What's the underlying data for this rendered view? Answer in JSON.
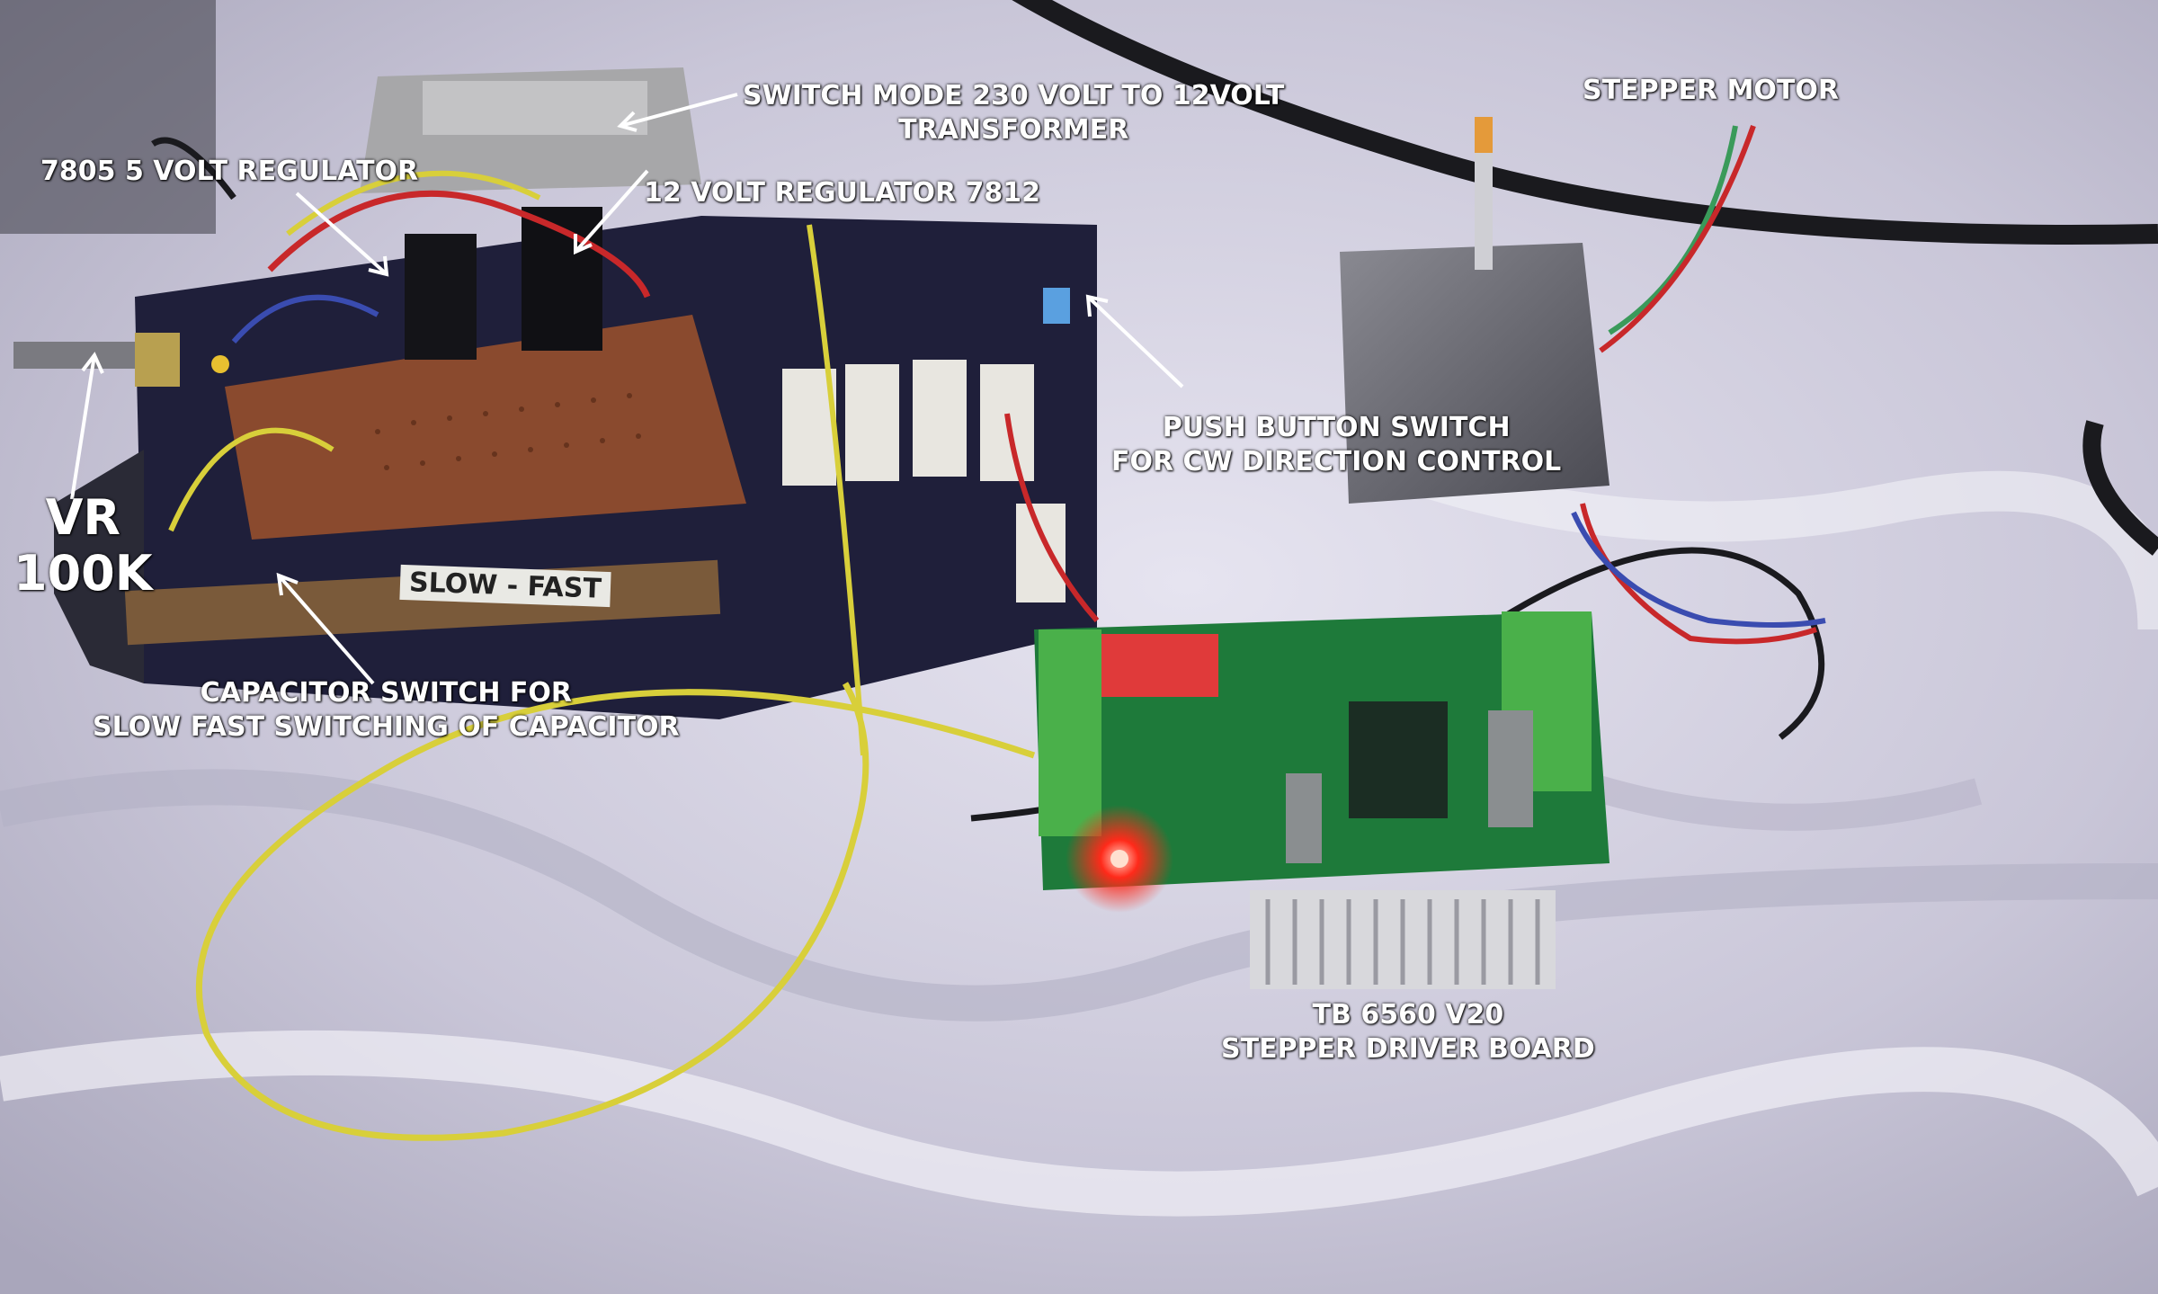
{
  "labels": {
    "switch_mode_line1": "SWITCH MODE 230 VOLT  TO 12VOLT",
    "switch_mode_line2": "TRANSFORMER",
    "regulator_7805": "7805 5 VOLT REGULATOR",
    "regulator_7812": "12 VOLT REGULATOR 7812",
    "stepper_motor": "STEPPER MOTOR",
    "push_button_line1": "PUSH BUTTON SWITCH",
    "push_button_line2": "FOR CW DIRECTION CONTROL",
    "vr_line1": "VR",
    "vr_line2": "100K",
    "capacitor_line1": "CAPACITOR SWITCH FOR",
    "capacitor_line2": "SLOW FAST SWITCHING OF CAPACITOR",
    "driver_line1": "TB 6560 V20",
    "driver_line2": "STEPPER DRIVER BOARD",
    "slow_fast_tag": "SLOW - FAST"
  },
  "colors": {
    "cloth": "#d6d4e2",
    "box": "#1f1f3a",
    "pcb_green": "#1e7a3a",
    "wire_yellow": "#d8cf3a",
    "led_red": "#ff2a1a",
    "label_text": "#ffffff"
  }
}
